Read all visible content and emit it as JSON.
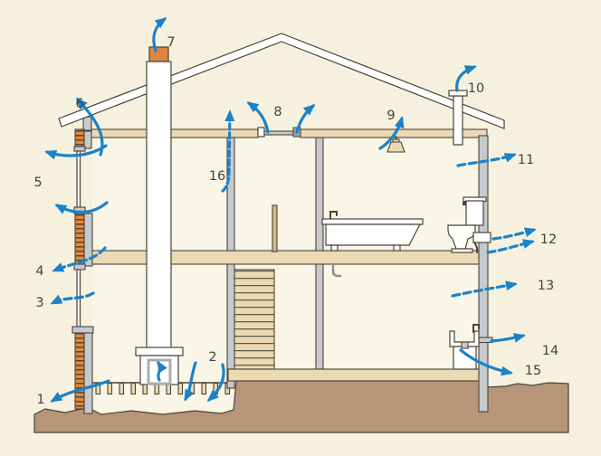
{
  "labels": [
    "1",
    "2",
    "3",
    "4",
    "5",
    "6",
    "7",
    "8",
    "9",
    "10",
    "11",
    "12",
    "13",
    "14",
    "15",
    "16"
  ],
  "colors": {
    "background": "#f6f1de",
    "interior": "#f9f5e7",
    "ground": "#b79578",
    "wood": "#ead9b2",
    "wall": "#c6cacd",
    "brick": "#e0893c",
    "roof": "#ffffff",
    "flue": "#d9883f",
    "door": "#d9b98c",
    "arrow": "#1b82c8",
    "outline": "#4a443a",
    "text": "#45423b"
  }
}
